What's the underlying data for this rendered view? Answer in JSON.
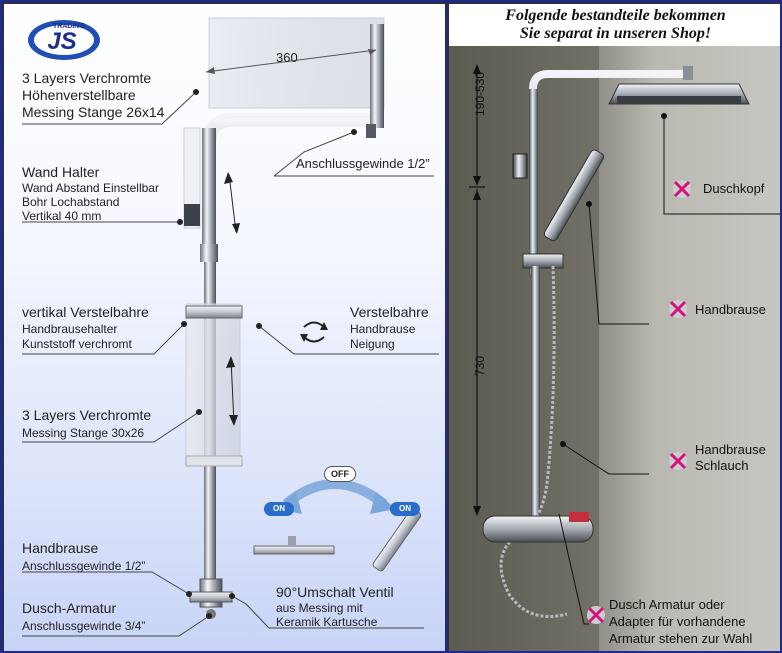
{
  "logo": {
    "brand": "JS",
    "sub": "TRADING"
  },
  "left": {
    "dim_360": "360",
    "layers1": [
      "3 Layers Verchromte",
      "Höhenverstellbare",
      "Messing Stange 26x14"
    ],
    "anschluss_top": "Anschlussgewinde 1/2”",
    "wand": [
      "Wand Halter",
      "Wand Abstand Einstellbar",
      "Bohr Lochabstand",
      "Vertikal 40 mm"
    ],
    "vertikal": [
      "vertikal Verstelbahre",
      "Handbrausehalter",
      "Kunststoff verchromt"
    ],
    "verstel": [
      "Verstelbahre",
      "Handbrause",
      "Neigung"
    ],
    "layers2": [
      "3 Layers Verchromte",
      "Messing Stange 30x26"
    ],
    "off": "OFF",
    "on_left": "ON",
    "on_right": "ON",
    "handbrause": [
      "Handbrause",
      "Anschlussgewinde 1/2”"
    ],
    "umschalt": [
      "90°Umschalt Ventil",
      "aus Messing mit",
      "Keramik Kartusche"
    ],
    "dusch": [
      "Dusch-Armatur",
      "Anschlussgewinde 3/4”"
    ]
  },
  "right": {
    "header": [
      "Folgende bestandteile bekommen",
      "Sie separat in unseren Shop!"
    ],
    "dim_top": "190-530",
    "dim_mid": "730",
    "duschkopf": "Duschkopf",
    "handbrause": "Handbrause",
    "schlauch": [
      "Handbrause",
      "Schlauch"
    ],
    "armatur": [
      "Dusch Armatur oder",
      "Adapter für vorhandene",
      "Armatur stehen zur   Wahl"
    ]
  },
  "colors": {
    "frame": "#1f2a8a",
    "accent_blue": "#1e4fb5",
    "mark_pink": "#d4147e",
    "chrome": "#c9ced6"
  }
}
